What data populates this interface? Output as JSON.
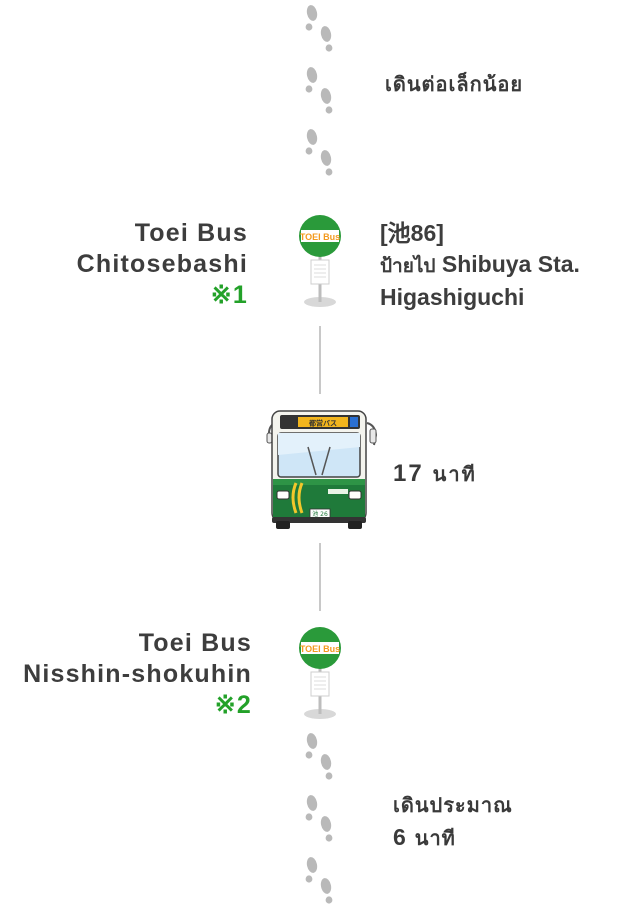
{
  "walk_start": {
    "text": "เดินต่อเล็กน้อย"
  },
  "stop_boarding": {
    "name_line1": "Toei Bus",
    "name_line2": "Chitosebashi",
    "note": "※1",
    "sign_label": "TOEI Bus",
    "route_number": "[池86]",
    "direction_prefix": "ป้ายไป",
    "direction_dest_line1": "Shibuya Sta.",
    "direction_dest_line2": "Higashiguchi"
  },
  "ride": {
    "bus_icon": "toei-bus-icon",
    "bus_header_text": "都営バス",
    "bus_plate": "池 26",
    "duration_number": "17",
    "duration_unit": "นาที"
  },
  "stop_alighting": {
    "name_line1": "Toei Bus",
    "name_line2": "Nisshin-shokuhin",
    "note": "※2",
    "sign_label": "TOEI Bus"
  },
  "walk_end": {
    "text_line1": "เดินประมาณ",
    "duration_number": "6",
    "duration_unit": "นาที"
  },
  "colors": {
    "brand_green": "#23a129",
    "sign_green": "#2a9a3a",
    "sign_orange": "#f39a1e",
    "footprint_gray": "#b9b9b9",
    "line_gray": "#c8c8c8",
    "text_dark": "#3a3a3a"
  }
}
